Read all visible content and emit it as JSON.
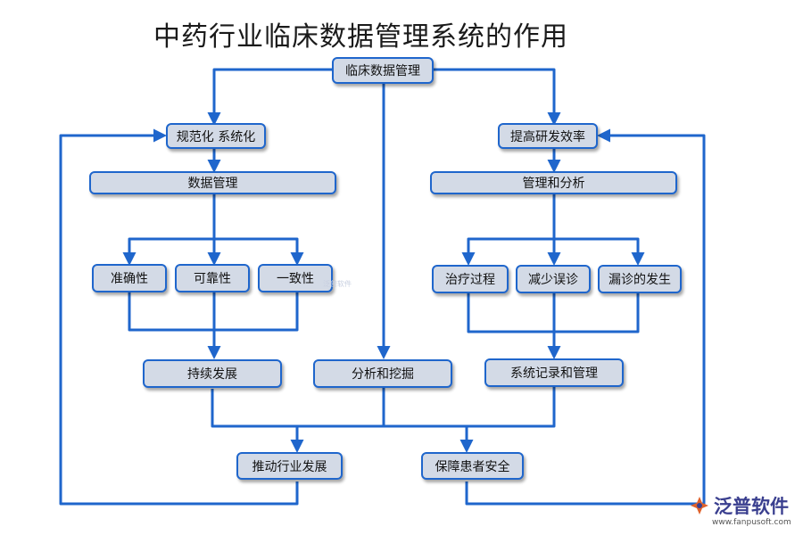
{
  "title": "中药行业临床数据管理系统的作用",
  "nodes": {
    "root": "临床数据管理",
    "standardize": "规范化 系统化",
    "efficiency": "提高研发效率",
    "data_mgmt": "数据管理",
    "mgmt_analysis": "管理和分析",
    "accuracy": "准确性",
    "reliability": "可靠性",
    "consistency": "一致性",
    "treatment": "治疗过程",
    "reduce_misdiag": "减少误诊",
    "missed_diag": "漏诊的发生",
    "sustain": "持续发展",
    "analysis_mining": "分析和挖掘",
    "record_mgmt": "系统记录和管理",
    "promote": "推动行业发展",
    "safety": "保障患者安全"
  },
  "logo": {
    "name": "泛普软件",
    "url": "www.fanpusoft.com",
    "watermark": "泛普软件"
  },
  "colors": {
    "line": "#1f66cc",
    "box_fill": "#d3dae6",
    "logo": "#3a3f8f"
  }
}
